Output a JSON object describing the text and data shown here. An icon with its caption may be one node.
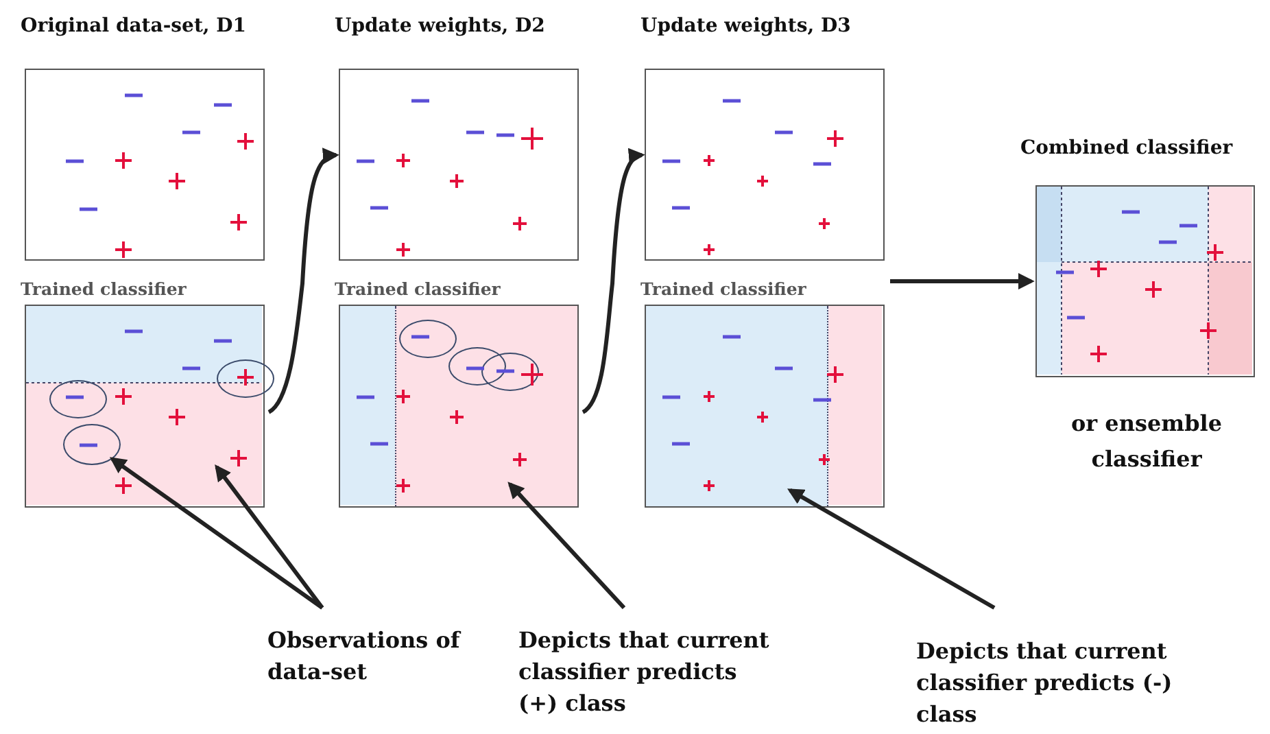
{
  "diagram": {
    "nodes": [
      {
        "text": [
          "Original data-set, D1"
        ]
      },
      {
        "text": [
          "Trained classifier"
        ]
      },
      {
        "text": [],
        "shape": "circle",
        "in": 1
      },
      {
        "text": [],
        "shape": "circle",
        "in": 1
      },
      {
        "text": [],
        "shape": "circle",
        "in": 1
      },
      {
        "text": [
          "Update weights, D2"
        ]
      },
      {
        "text": [
          "Trained classifier"
        ]
      },
      {
        "text": [],
        "shape": "box",
        "in": 6
      },
      {
        "text": [],
        "shape": "circle",
        "in": 7
      },
      {
        "text": [],
        "shape": "circle",
        "in": 7
      },
      {
        "text": [],
        "shape": "circle",
        "in": 7
      },
      {
        "text": [
          "Update weights, D3"
        ]
      },
      {
        "text": [
          "Trained classifier"
        ]
      },
      {
        "text": [],
        "shape": "box",
        "in": 12
      },
      {
        "text": [
          "Combined classifier",
          "or ensemble classifier"
        ]
      },
      {
        "text": [
          "Observations of data-set"
        ]
      },
      {
        "text": [
          "Depicts that current classifier predicts (+) class"
        ]
      },
      {
        "text": [
          "Depicts that current classifier predicts (-) class"
        ]
      }
    ],
    "edges": [
      {
        "from": 1,
        "to": 5,
        "arrow": "to"
      },
      {
        "from": 6,
        "to": 11,
        "arrow": "to"
      },
      {
        "from": 12,
        "to": 14,
        "arrow": "to"
      },
      {
        "from": 15,
        "to": 4,
        "arrow": "to"
      },
      {
        "from": 15,
        "to": 1,
        "arrow": "to"
      },
      {
        "from": 16,
        "to": 7,
        "arrow": "to"
      },
      {
        "from": 17,
        "to": 13,
        "arrow": "to"
      }
    ]
  }
}
